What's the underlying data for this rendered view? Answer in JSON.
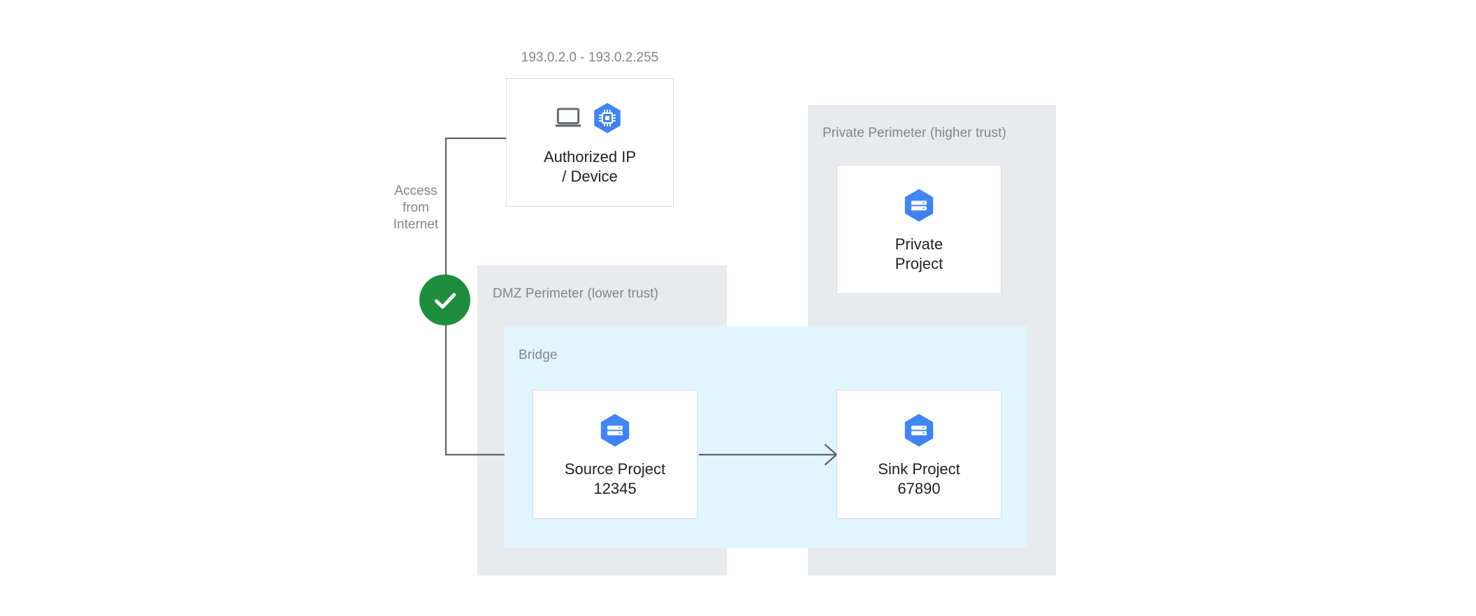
{
  "diagram": {
    "title": "VPC Service Controls bridge between DMZ and Private perimeters",
    "colors": {
      "perimeter_fill": "#e8eaed",
      "bridge_fill": "#e1f5fe",
      "card_bg": "#ffffff",
      "card_border": "#dadce0",
      "label_text": "#80868b",
      "node_text": "#202124",
      "connector_stroke": "#5f6368",
      "check_green": "#1e8e3e",
      "gcp_blue": "#4285f4",
      "device_gray": "#5f6368"
    }
  },
  "device": {
    "ip_range": "193.0.2.0 - 193.0.2.255",
    "label": "Authorized IP\n/ Device",
    "icons": [
      "laptop-icon",
      "gcp-compute-hexagon-icon"
    ]
  },
  "access": {
    "label": "Access\nfrom\nInternet",
    "status_icon": "check-circle-icon"
  },
  "dmz_perimeter": {
    "label": "DMZ Perimeter (lower trust)"
  },
  "private_perimeter": {
    "label": "Private Perimeter (higher trust)"
  },
  "bridge": {
    "label": "Bridge"
  },
  "nodes": [
    {
      "id": "source-project",
      "label": "Source Project\n12345",
      "icon": "gcp-project-hexagon-icon"
    },
    {
      "id": "sink-project",
      "label": "Sink Project\n67890",
      "icon": "gcp-project-hexagon-icon"
    },
    {
      "id": "private-project",
      "label": "Private\nProject",
      "icon": "gcp-project-hexagon-icon"
    }
  ],
  "edges": [
    {
      "id": "internet-to-source",
      "from": "authorized-ip-device",
      "to": "source-project",
      "style": "orthogonal-no-arrow"
    },
    {
      "id": "source-to-sink",
      "from": "source-project",
      "to": "sink-project",
      "style": "straight-arrow"
    }
  ]
}
